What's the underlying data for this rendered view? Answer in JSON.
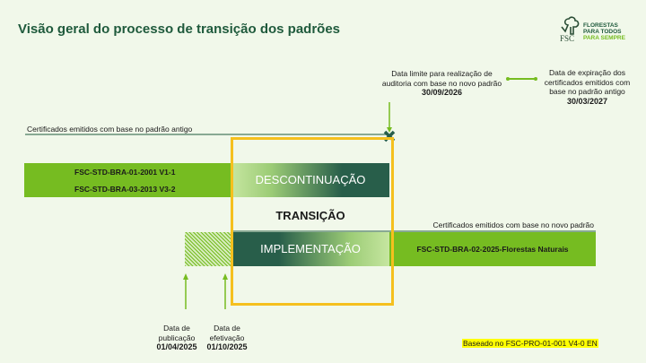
{
  "title": "Visão geral do processo de transição dos padrões",
  "logo": {
    "mark": "FSC",
    "line1": "FLORESTAS",
    "line2": "PARA TODOS",
    "line3": "PARA SEMPRE"
  },
  "annotations": {
    "audit_deadline": {
      "text": "Data limite para realização de auditoria com base no novo padrão",
      "date": "30/09/2026"
    },
    "expiry": {
      "text": "Data de expiração dos certificados emitidos com base no padrão antigo",
      "date": "30/03/2027"
    },
    "publication": {
      "text": "Data de publicação",
      "date": "01/04/2025"
    },
    "effective": {
      "text": "Data de efetivação",
      "date": "01/10/2025"
    }
  },
  "old_line_label": "Certificados emitidos com base no padrão antigo",
  "new_line_label": "Certificados emitidos com base no novo padrão",
  "old_standards": [
    "FSC-STD-BRA-01-2001 V1-1",
    "FSC-STD-BRA-03-2013 V3-2"
  ],
  "new_standard": "FSC-STD-BRA-02-2025-Florestas Naturais",
  "phases": {
    "discontinuation": "DESCONTINUAÇÃO",
    "transition": "TRANSIÇÃO",
    "implementation": "IMPLEMENTAÇÃO"
  },
  "footer": "Baseado no FSC-PRO-01-001 V4-0 EN",
  "colors": {
    "green": "#76bc21",
    "dark_green": "#285e4a",
    "light_green": "#c6e6a0",
    "yellow": "#f5c01e",
    "highlight": "#ffff00"
  }
}
